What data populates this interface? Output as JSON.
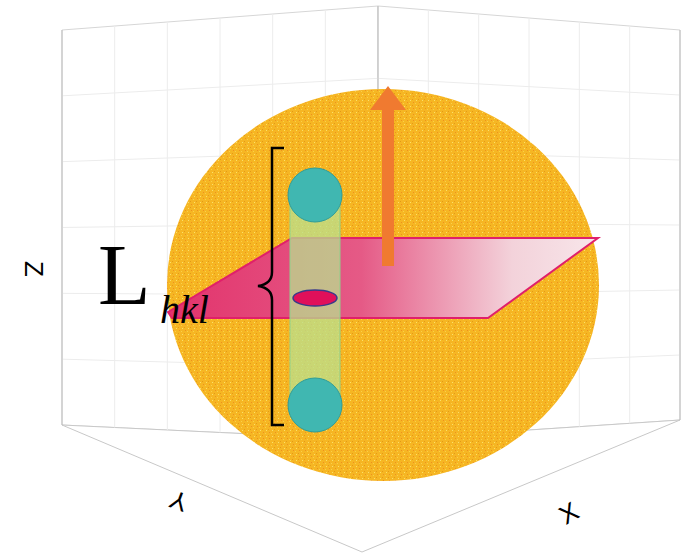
{
  "diagram": {
    "labels": [
      "L",
      "hkl",
      "Z",
      "Y",
      "X"
    ]
  }
}
